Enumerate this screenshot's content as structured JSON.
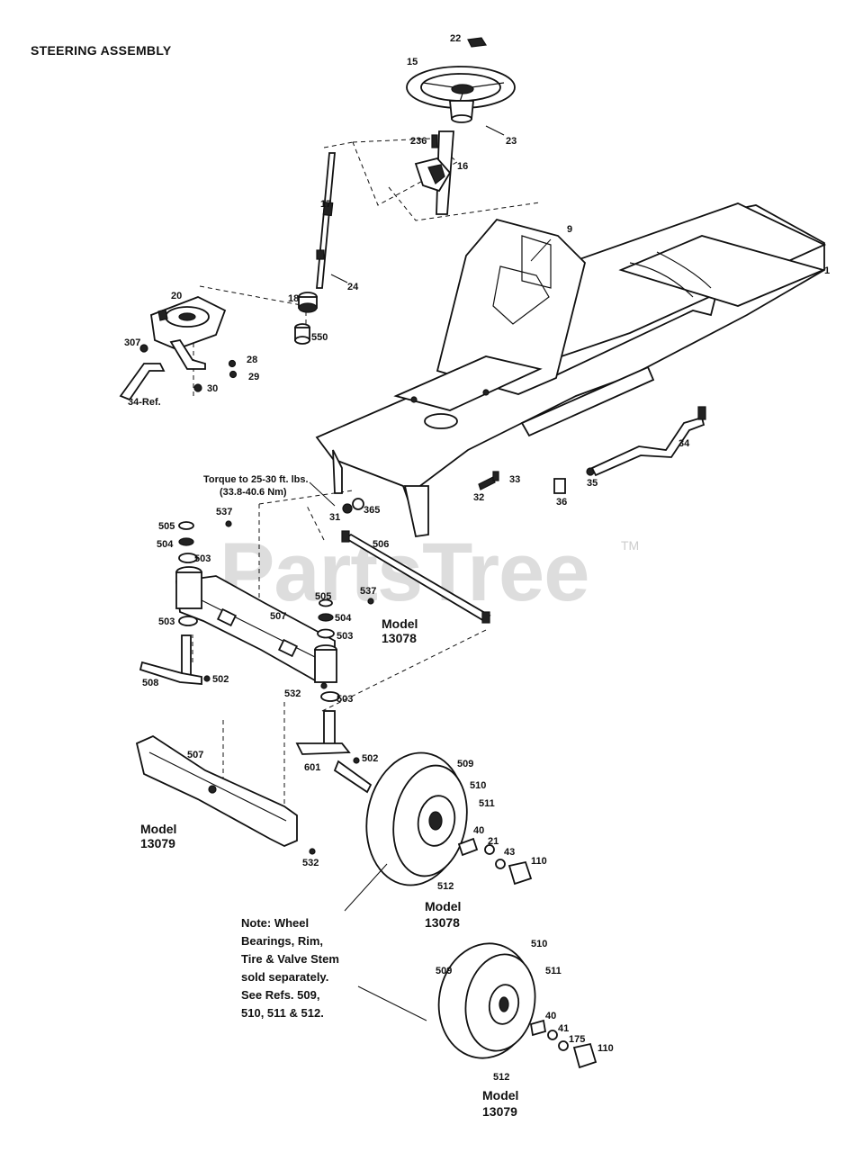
{
  "header": {
    "title": "STEERING ASSEMBLY"
  },
  "watermark": {
    "text": "PartsTree",
    "tm": "TM"
  },
  "torque_note": {
    "line1": "Torque to 25-30 ft. lbs.",
    "line2": "(33.8-40.6 Nm)"
  },
  "models": {
    "m13078_upper": {
      "line1": "Model",
      "line2": "13078"
    },
    "m13079_axle": {
      "line1": "Model",
      "line2": "13079"
    },
    "m13078_wheel": {
      "line1": "Model",
      "line2": "13078"
    },
    "m13079_wheel": {
      "line1": "Model",
      "line2": "13079"
    }
  },
  "note": {
    "lines": [
      "Note:  Wheel",
      "Bearings, Rim,",
      "Tire & Valve Stem",
      "sold separately.",
      "See Refs. 509,",
      "510, 511 & 512."
    ]
  },
  "callouts": {
    "c22": "22",
    "c15": "15",
    "c23": "23",
    "c236": "236",
    "c16": "16",
    "c17": "17",
    "c9": "9",
    "c1": "1",
    "c24": "24",
    "c20": "20",
    "c18": "18",
    "c550": "550",
    "c307": "307",
    "c28": "28",
    "c29": "29",
    "c34ref": "34-Ref.",
    "c30": "30",
    "c34": "34",
    "c33": "33",
    "c32": "32",
    "c35": "35",
    "c36": "36",
    "c31": "31",
    "c365": "365",
    "c537a": "537",
    "c505a": "505",
    "c504a": "504",
    "c503a": "503",
    "c506": "506",
    "c505b": "505",
    "c537b": "537",
    "c504b": "504",
    "c507a": "507",
    "c503b": "503",
    "c503c": "503",
    "c508": "508",
    "c502a": "502",
    "c532a": "532",
    "c503d": "503",
    "c507b": "507",
    "c502b": "502",
    "c601": "601",
    "c509a": "509",
    "c510a": "510",
    "c511a": "511",
    "c40a": "40",
    "c21": "21",
    "c43": "43",
    "c110a": "110",
    "c512a": "512",
    "c532b": "532",
    "c510b": "510",
    "c509b": "509",
    "c511b": "511",
    "c40b": "40",
    "c41": "41",
    "c175": "175",
    "c110b": "110",
    "c512b": "512"
  }
}
